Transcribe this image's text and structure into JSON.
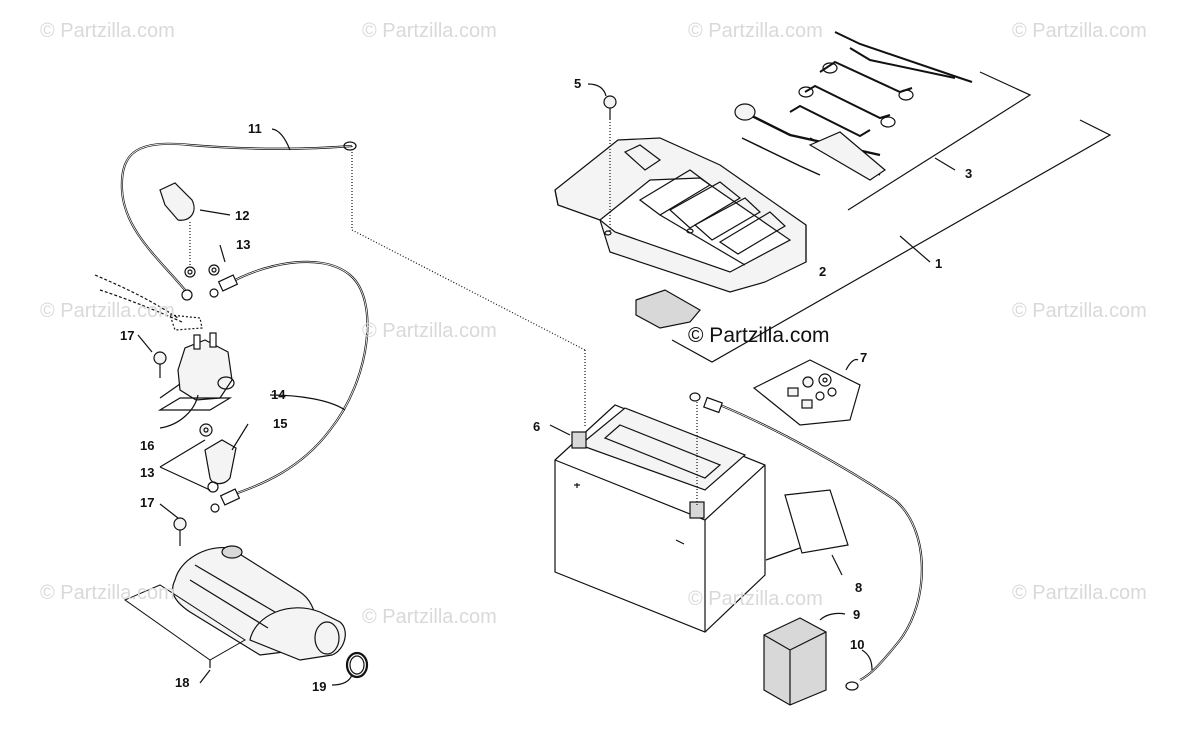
{
  "watermark": {
    "text": "© Partzilla.com"
  },
  "brand_mark": {
    "text": "© Partzilla.com"
  },
  "callouts": [
    "11",
    "12",
    "13",
    "17",
    "16",
    "14",
    "15",
    "13",
    "17",
    "18",
    "19",
    "5",
    "3",
    "2",
    "1",
    "7",
    "6",
    "8",
    "9",
    "10"
  ],
  "colors": {
    "line": "#111111",
    "watermark": "#d9d9d9",
    "fill_light": "#f4f4f4",
    "fill_mid": "#d8d8d8"
  }
}
